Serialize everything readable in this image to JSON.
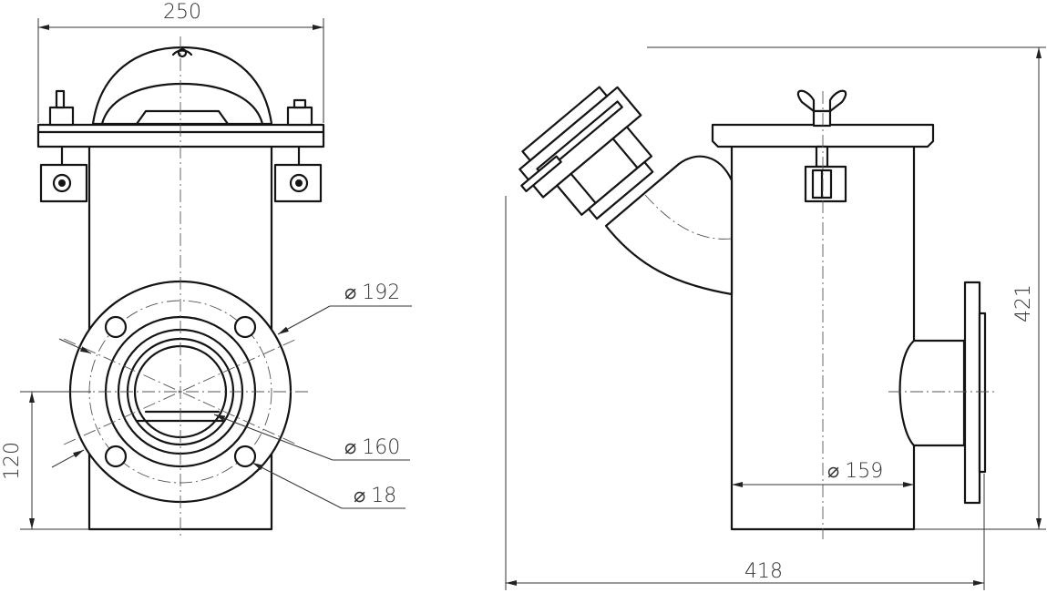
{
  "dimensions": {
    "width_top": "250",
    "height_left": "120",
    "flange_outer_dia": "192",
    "bolt_circle_dia": "160",
    "bolt_hole_dia": "18",
    "body_dia": "159",
    "total_width": "418",
    "total_height": "421"
  },
  "symbols": {
    "diameter": "⌀"
  },
  "colors": {
    "line": "#141414",
    "dim_line": "#333333",
    "background": "#ffffff"
  }
}
